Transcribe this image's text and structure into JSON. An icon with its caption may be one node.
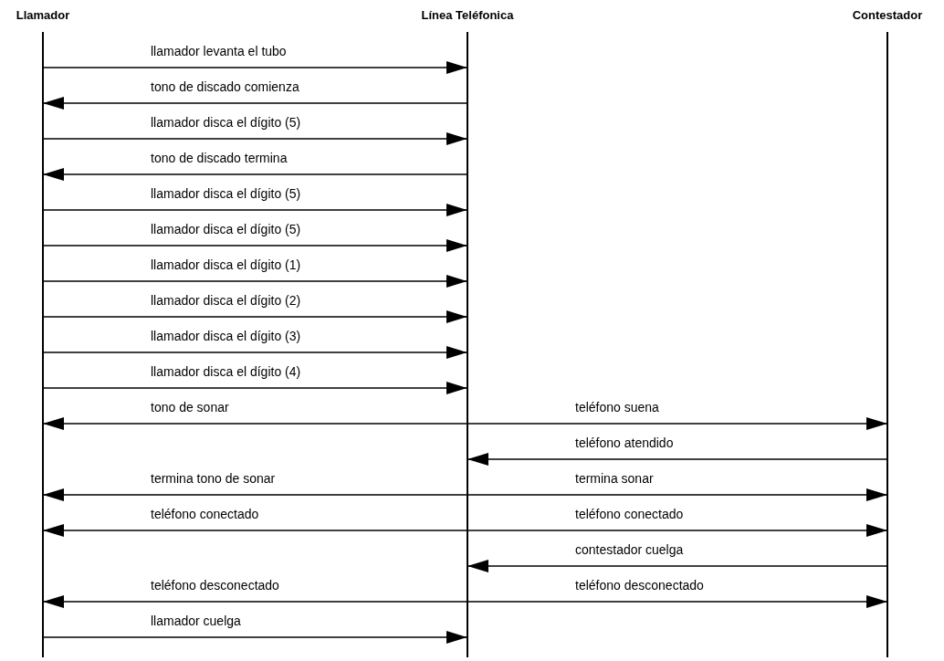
{
  "diagram": {
    "nodes": [
      {
        "text": [
          "Llamador"
        ]
      },
      {
        "text": [
          "Línea Teléfonica"
        ]
      },
      {
        "text": [
          "Contestador"
        ]
      }
    ],
    "edges": [
      {
        "from": 0,
        "to": 1,
        "arrow": "to",
        "label": "llamador levanta el tubo"
      },
      {
        "from": 1,
        "to": 0,
        "arrow": "to",
        "label": "tono de discado comienza"
      },
      {
        "from": 0,
        "to": 1,
        "arrow": "to",
        "label": "llamador disca el dígito (5)"
      },
      {
        "from": 1,
        "to": 0,
        "arrow": "to",
        "label": "tono de discado termina"
      },
      {
        "from": 0,
        "to": 1,
        "arrow": "to",
        "label": "llamador disca el dígito (5)"
      },
      {
        "from": 0,
        "to": 1,
        "arrow": "to",
        "label": "llamador disca el dígito (5)"
      },
      {
        "from": 0,
        "to": 1,
        "arrow": "to",
        "label": "llamador disca el dígito (1)"
      },
      {
        "from": 0,
        "to": 1,
        "arrow": "to",
        "label": "llamador disca el dígito (2)"
      },
      {
        "from": 0,
        "to": 1,
        "arrow": "to",
        "label": "llamador disca el dígito (3)"
      },
      {
        "from": 0,
        "to": 1,
        "arrow": "to",
        "label": "llamador disca el dígito (4)"
      },
      {
        "from": 1,
        "to": 0,
        "arrow": "to",
        "label": "tono de sonar"
      },
      {
        "from": 1,
        "to": 2,
        "arrow": "to",
        "label": "teléfono suena"
      },
      {
        "from": 2,
        "to": 1,
        "arrow": "to",
        "label": "teléfono atendido"
      },
      {
        "from": 1,
        "to": 0,
        "arrow": "to",
        "label": "termina tono de sonar"
      },
      {
        "from": 1,
        "to": 2,
        "arrow": "to",
        "label": "termina sonar"
      },
      {
        "from": 1,
        "to": 0,
        "arrow": "to",
        "label": "teléfono conectado"
      },
      {
        "from": 1,
        "to": 2,
        "arrow": "to",
        "label": "teléfono conectado"
      },
      {
        "from": 2,
        "to": 1,
        "arrow": "to",
        "label": "contestador cuelga"
      },
      {
        "from": 1,
        "to": 0,
        "arrow": "to",
        "label": "teléfono desconectado"
      },
      {
        "from": 1,
        "to": 2,
        "arrow": "to",
        "label": "teléfono desconectado"
      },
      {
        "from": 0,
        "to": 1,
        "arrow": "to",
        "label": "llamador cuelga"
      }
    ]
  }
}
